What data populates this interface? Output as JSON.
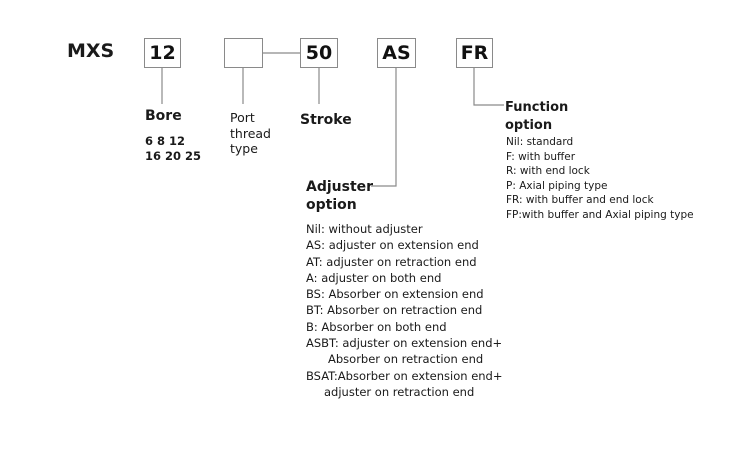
{
  "prefix": "MXS",
  "boxes": {
    "bore": "12",
    "port": "",
    "stroke": "50",
    "adjuster": "AS",
    "function": "FR"
  },
  "bore": {
    "title": "Bore",
    "values_line1": "6 8 12",
    "values_line2": "16 20 25"
  },
  "port": {
    "title_lines": [
      "Port",
      "thread",
      "type"
    ]
  },
  "stroke": {
    "title": "Stroke"
  },
  "adjuster": {
    "title_lines": [
      "Adjuster",
      "option"
    ],
    "options": [
      "Nil: without adjuster",
      "AS: adjuster on extension end",
      "AT: adjuster on retraction end",
      "A: adjuster on both end",
      "BS: Absorber on extension end",
      "BT: Absorber on retraction end",
      "B:  Absorber on both end",
      "ASBT: adjuster on extension end+",
      "Absorber on retraction end",
      "BSAT:Absorber on extension end+",
      "adjuster on retraction end"
    ]
  },
  "function": {
    "title_lines": [
      "Function",
      "option"
    ],
    "options": [
      "Nil: standard",
      "F: with buffer",
      "R: with end lock",
      "P: Axial piping type",
      "FR: with buffer and end lock",
      "FP:with buffer and Axial piping type"
    ]
  }
}
